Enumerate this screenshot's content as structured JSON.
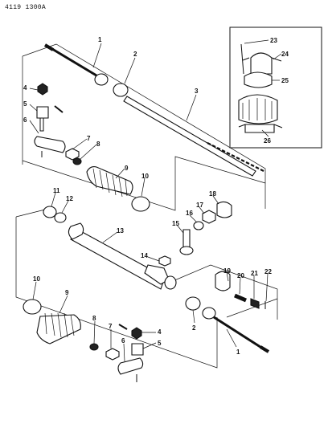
{
  "header": {
    "doc_code": "4119 1300A"
  },
  "callouts": [
    {
      "id": "c1a",
      "label": "1"
    },
    {
      "id": "c2a",
      "label": "2"
    },
    {
      "id": "c3",
      "label": "3"
    },
    {
      "id": "c4a",
      "label": "4"
    },
    {
      "id": "c5a",
      "label": "5"
    },
    {
      "id": "c6a",
      "label": "6"
    },
    {
      "id": "c7a",
      "label": "7"
    },
    {
      "id": "c8a",
      "label": "8"
    },
    {
      "id": "c9a",
      "label": "9"
    },
    {
      "id": "c10a",
      "label": "10"
    },
    {
      "id": "c11",
      "label": "11"
    },
    {
      "id": "c12",
      "label": "12"
    },
    {
      "id": "c13",
      "label": "13"
    },
    {
      "id": "c14",
      "label": "14"
    },
    {
      "id": "c15",
      "label": "15"
    },
    {
      "id": "c16",
      "label": "16"
    },
    {
      "id": "c17",
      "label": "17"
    },
    {
      "id": "c18",
      "label": "18"
    },
    {
      "id": "c19",
      "label": "19"
    },
    {
      "id": "c20",
      "label": "20"
    },
    {
      "id": "c21",
      "label": "21"
    },
    {
      "id": "c22",
      "label": "22"
    },
    {
      "id": "c23",
      "label": "23"
    },
    {
      "id": "c24",
      "label": "24"
    },
    {
      "id": "c25",
      "label": "25"
    },
    {
      "id": "c26",
      "label": "26"
    },
    {
      "id": "c10b",
      "label": "10"
    },
    {
      "id": "c9b",
      "label": "9"
    },
    {
      "id": "c8b",
      "label": "8"
    },
    {
      "id": "c7b",
      "label": "7"
    },
    {
      "id": "c6b",
      "label": "6"
    },
    {
      "id": "c5b",
      "label": "5"
    },
    {
      "id": "c4b",
      "label": "4"
    },
    {
      "id": "c2b",
      "label": "2"
    },
    {
      "id": "c1b",
      "label": "1"
    }
  ]
}
